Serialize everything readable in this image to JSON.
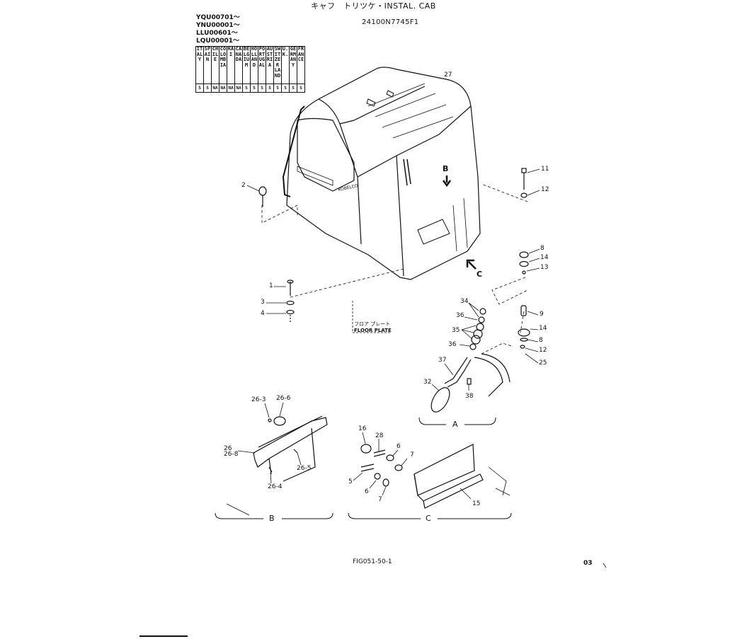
{
  "header": {
    "title": "キャフ　トリツケ・INSTAL. CAB",
    "doc_number": "24100N7745F1"
  },
  "serials": [
    "YQU00701～",
    "YNU00001～",
    "LLU00601～",
    "LQU00001～"
  ],
  "countries": [
    {
      "name": "ITALY",
      "code": "S"
    },
    {
      "name": "SPAIN",
      "code": "S"
    },
    {
      "name": "CHILE",
      "code": "NA"
    },
    {
      "name": "COLOMBIA",
      "code": "NA"
    },
    {
      "name": "KAI",
      "code": "NA"
    },
    {
      "name": "CANADA",
      "code": "NA"
    },
    {
      "name": "BELGIUM",
      "code": "S"
    },
    {
      "name": "HOLLAND",
      "code": "S"
    },
    {
      "name": "PORTUGAL",
      "code": "S"
    },
    {
      "name": "AUSTRIA",
      "code": "S"
    },
    {
      "name": "SWITZER LAND",
      "code": "S"
    },
    {
      "name": "U.K.",
      "code": "S"
    },
    {
      "name": "GERMANY",
      "code": "S"
    },
    {
      "name": "FRANCE",
      "code": "S"
    }
  ],
  "callouts": {
    "c27": "27",
    "c2": "2",
    "c11": "11",
    "c12a": "12",
    "c8a": "8",
    "c14a": "14",
    "c13": "13",
    "c1": "1",
    "c3": "3",
    "c4": "4",
    "c34": "34",
    "c36a": "36",
    "c35": "35",
    "c36b": "36",
    "c9": "9",
    "c14b": "14",
    "c8b": "8",
    "c12b": "12",
    "c25": "25",
    "c37": "37",
    "c32": "32",
    "c38": "38",
    "c26_3": "26-3",
    "c26_6": "26-6",
    "c26": "26",
    "c26_8": "26-8",
    "c26_5": "26-5",
    "c26_4": "26-4",
    "c16": "16",
    "c28": "28",
    "c6a": "6",
    "c7a": "7",
    "c5": "5",
    "c6b": "6",
    "c7b": "7",
    "c15": "15"
  },
  "view_labels": {
    "b_arrow": "B",
    "c_arrow": "C",
    "a": "A",
    "b": "B",
    "c": "C"
  },
  "floor_plate": {
    "jp": "フロア プレート",
    "en": "FLOOR PLATE"
  },
  "brand": "KOBELCO",
  "footer": {
    "figure": "FIG051-50-1",
    "page": "03"
  }
}
